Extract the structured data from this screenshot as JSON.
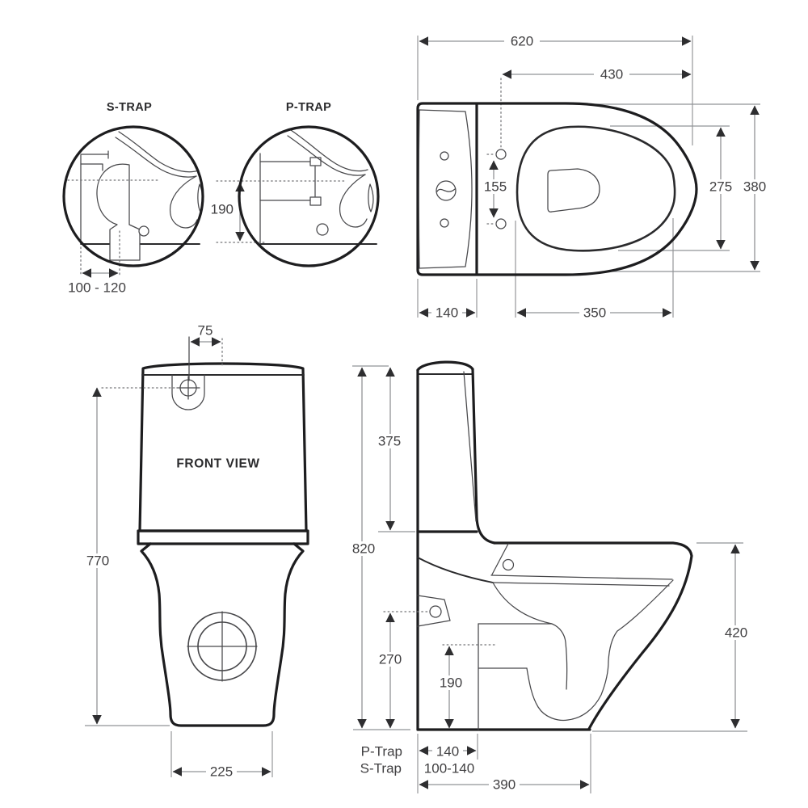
{
  "drawing": {
    "background": "#ffffff",
    "outline_color": "#1d1d1f",
    "dimension_line_color": "#919396",
    "text_color": "#414042"
  },
  "s_trap_detail": {
    "title": "S-TRAP",
    "outlet_setout_range": "100 - 120"
  },
  "p_trap_detail": {
    "title": "P-TRAP",
    "outlet_height": "190"
  },
  "top_view": {
    "overall_width": "620",
    "seat_length": "430",
    "hinge_hole_spacing": "155",
    "bowl_inner_width": "275",
    "overall_depth": "380",
    "cistern_depth": "140",
    "bowl_opening_length": "350"
  },
  "front_view": {
    "title": "FRONT VIEW",
    "button_offset": "75",
    "overall_height": "770",
    "base_width": "225"
  },
  "side_view": {
    "cistern_height": "375",
    "overall_height": "820",
    "inlet_height": "270",
    "outlet_height": "190",
    "rim_height": "420",
    "p_trap_label": "P-Trap",
    "s_trap_label": "S-Trap",
    "p_trap_setout": "140",
    "s_trap_setout_range": "100-140",
    "base_depth": "390"
  }
}
